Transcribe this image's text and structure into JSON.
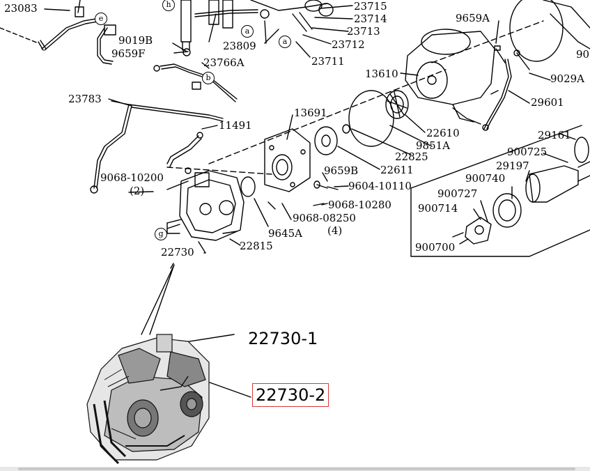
{
  "labels": {
    "p23083": "23083",
    "p23715": "23715",
    "p23714": "23714",
    "p23713": "23713",
    "p23712": "23712",
    "p23711": "23711",
    "p23809": "23809",
    "p9019B": "9019B",
    "p9659F": "9659F",
    "p23766A": "23766A",
    "p9659A": "9659A",
    "p9029A": "9029A",
    "p90_partial": "90",
    "p13610": "13610",
    "p29601": "29601",
    "p23783": "23783",
    "p11491": "11491",
    "p13691": "13691",
    "p22610": "22610",
    "p9851A": "9851A",
    "p22825": "22825",
    "p22611": "22611",
    "p9659B": "9659B",
    "p9604_10110": "9604-10110",
    "p9068_10200": "9068-10200",
    "p9068_10200_qty": "(2)",
    "p9068_10280": "9068-10280",
    "p9068_08250": "9068-08250",
    "p9068_08250_qty": "(4)",
    "p9645A": "9645A",
    "p22815": "22815",
    "p22730": "22730",
    "p29161": "29161",
    "p900725": "900725",
    "p29197": "29197",
    "p900740": "900740",
    "p900727": "900727",
    "p900714": "900714",
    "p900700": "900700",
    "p22730_1": "22730-1",
    "p22730_2": "22730-2"
  },
  "callouts": {
    "e": "e",
    "h": "h",
    "a1": "a",
    "a2": "a",
    "b": "b",
    "g": "g"
  },
  "colors": {
    "highlight_border": "#d9383a",
    "line": "#000000",
    "scrollbar_track": "#e8e8e8",
    "scrollbar_thumb": "#c8c8c8"
  }
}
